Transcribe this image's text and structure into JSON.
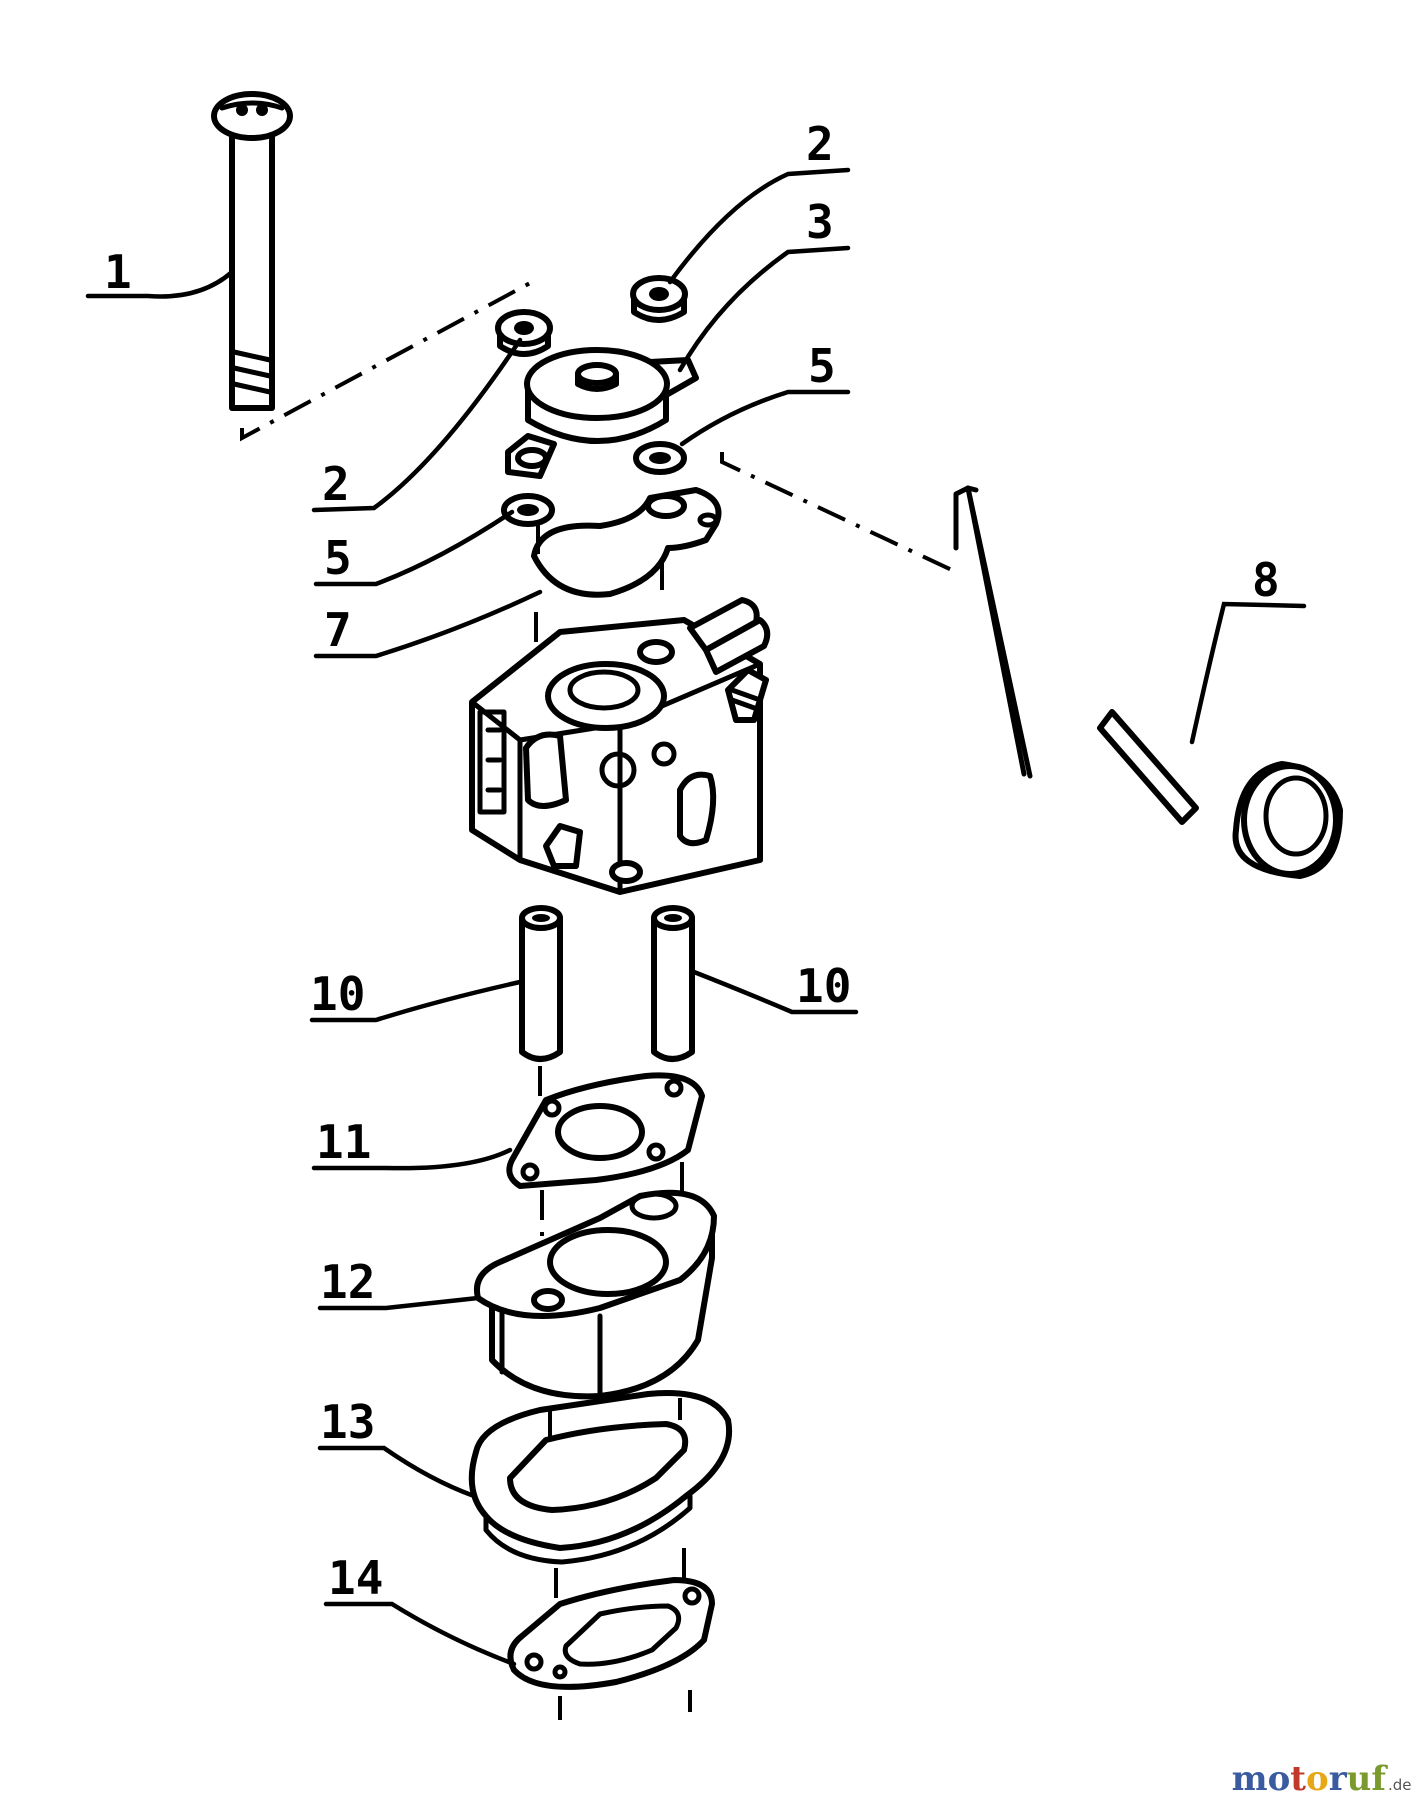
{
  "callouts": [
    {
      "id": "1",
      "label": "1"
    },
    {
      "id": "2a",
      "label": "2"
    },
    {
      "id": "2b",
      "label": "2"
    },
    {
      "id": "3",
      "label": "3"
    },
    {
      "id": "5a",
      "label": "5"
    },
    {
      "id": "5b",
      "label": "5"
    },
    {
      "id": "7",
      "label": "7"
    },
    {
      "id": "8",
      "label": "8"
    },
    {
      "id": "10a",
      "label": "10"
    },
    {
      "id": "10b",
      "label": "10"
    },
    {
      "id": "11",
      "label": "11"
    },
    {
      "id": "12",
      "label": "12"
    },
    {
      "id": "13",
      "label": "13"
    },
    {
      "id": "14",
      "label": "14"
    }
  ],
  "watermark": {
    "main": "motoruf",
    "suffix": ".de",
    "colors": [
      "#3a5ba0",
      "#3a5ba0",
      "#c0392b",
      "#e6a817",
      "#3a5ba0",
      "#7a9a2e",
      "#7a9a2e"
    ]
  }
}
